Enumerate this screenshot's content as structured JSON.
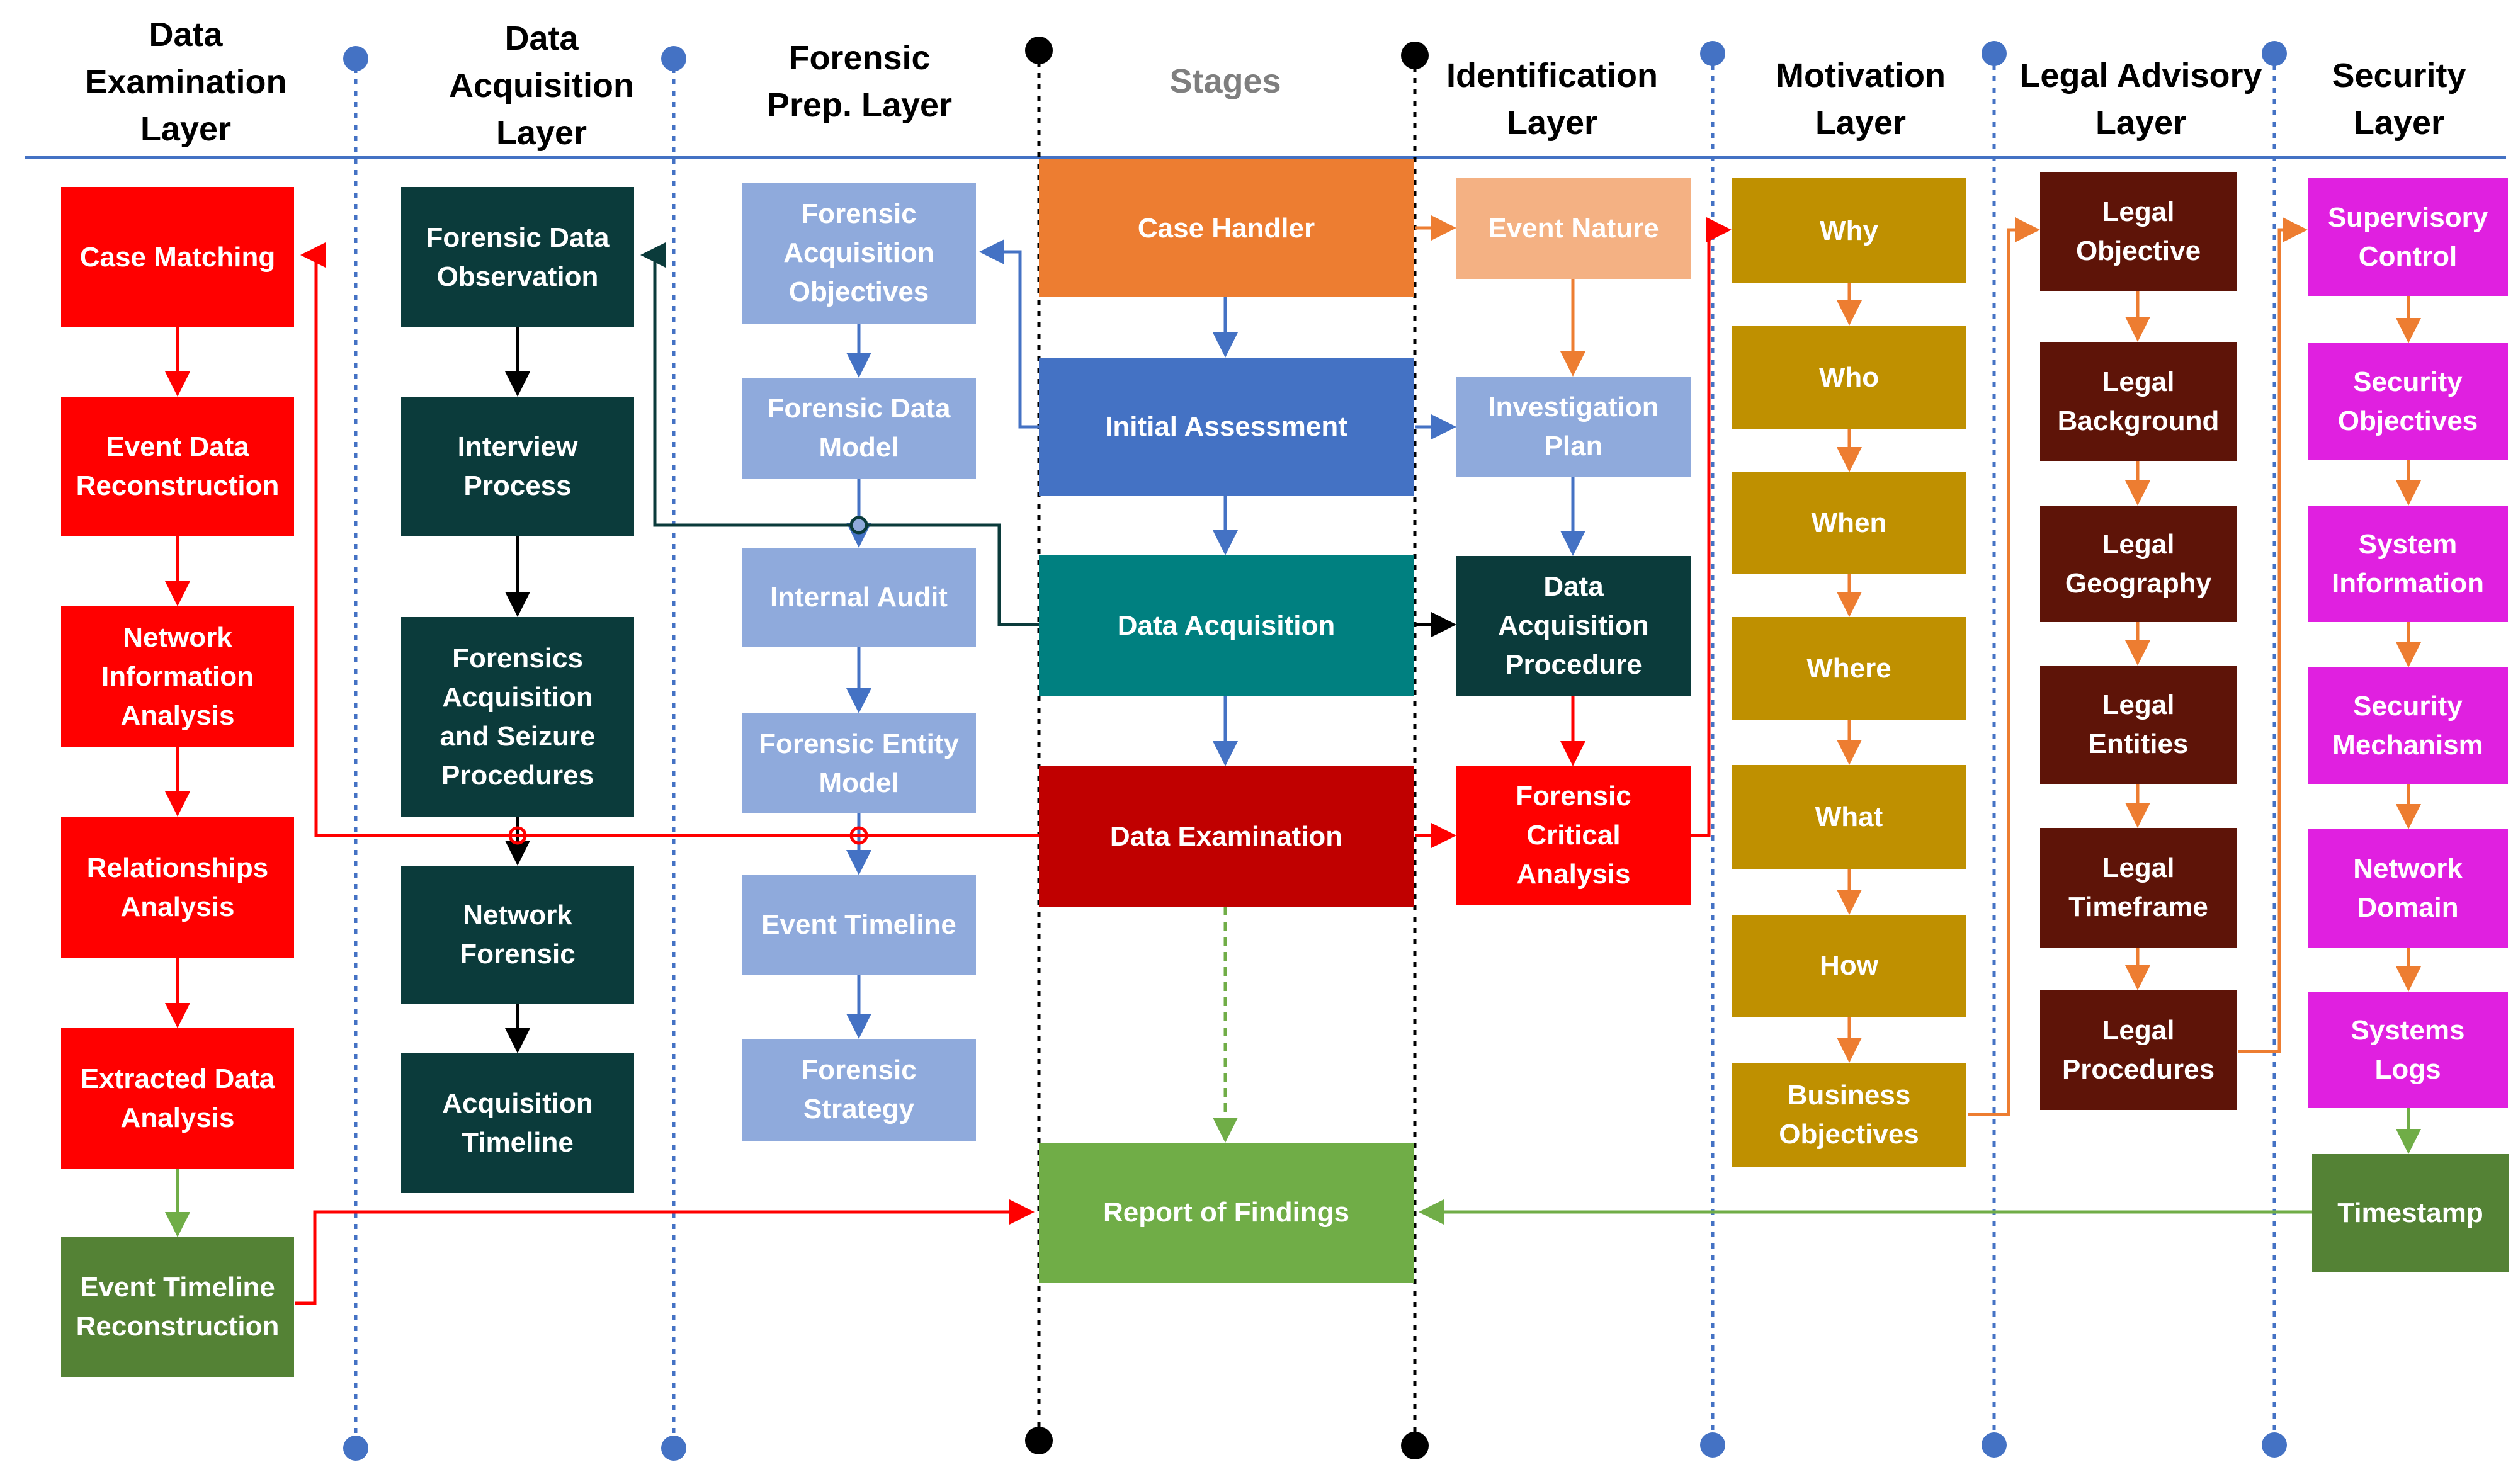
{
  "headers": {
    "data_examination": "Data\nExamination\nLayer",
    "data_acquisition": "Data\nAcquisition\nLayer",
    "forensic_prep": "Forensic\nPrep. Layer",
    "stages": "Stages",
    "identification": "Identification\nLayer",
    "motivation": "Motivation\nLayer",
    "legal_advisory": "Legal Advisory\nLayer",
    "security": "Security\nLayer"
  },
  "data_examination_layer": {
    "case_matching": "Case Matching",
    "event_data_reconstruction": "Event Data\nReconstruction",
    "network_information_analysis": "Network\nInformation\nAnalysis",
    "relationships_analysis": "Relationships\nAnalysis",
    "extracted_data_analysis": "Extracted Data\nAnalysis",
    "event_timeline_reconstruction": "Event Timeline\nReconstruction"
  },
  "data_acquisition_layer": {
    "forensic_data_observation": "Forensic Data\nObservation",
    "interview_process": "Interview\nProcess",
    "forensics_acquisition_seizure": "Forensics\nAcquisition\nand Seizure\nProcedures",
    "network_forensic": "Network\nForensic",
    "acquisition_timeline": "Acquisition\nTimeline"
  },
  "forensic_prep_layer": {
    "acquisition_objectives": "Forensic\nAcquisition\nObjectives",
    "forensic_data_model": "Forensic Data\nModel",
    "internal_audit": "Internal Audit",
    "forensic_entity_model": "Forensic Entity\nModel",
    "event_timeline": "Event Timeline",
    "forensic_strategy": "Forensic\nStrategy"
  },
  "stages": {
    "case_handler": "Case Handler",
    "initial_assessment": "Initial Assessment",
    "data_acquisition": "Data Acquisition",
    "data_examination": "Data Examination",
    "report_of_findings": "Report of Findings"
  },
  "identification_layer": {
    "event_nature": "Event Nature",
    "investigation_plan": "Investigation\nPlan",
    "data_acquisition_procedure": "Data\nAcquisition\nProcedure",
    "forensic_critical_analysis": "Forensic\nCritical\nAnalysis"
  },
  "motivation_layer": {
    "why": "Why",
    "who": "Who",
    "when": "When",
    "where": "Where",
    "what": "What",
    "how": "How",
    "business_objectives": "Business\nObjectives"
  },
  "legal_advisory_layer": {
    "legal_objective": "Legal\nObjective",
    "legal_background": "Legal\nBackground",
    "legal_geography": "Legal\nGeography",
    "legal_entities": "Legal\nEntities",
    "legal_timeframe": "Legal\nTimeframe",
    "legal_procedures": "Legal\nProcedures"
  },
  "security_layer": {
    "supervisory_control": "Supervisory\nControl",
    "security_objectives": "Security\nObjectives",
    "system_information": "System\nInformation",
    "security_mechanism": "Security\nMechanism",
    "network_domain": "Network\nDomain",
    "systems_logs": "Systems\nLogs",
    "timestamp": "Timestamp"
  },
  "colors": {
    "examination_red": "#ff0000",
    "examination_green": "#548235",
    "acquisition_dark": "#0b3b3b",
    "prep_lightblue": "#8faadc",
    "stage_orange": "#ed7d31",
    "stage_blue": "#4472c4",
    "stage_teal": "#008080",
    "stage_darkred": "#c00000",
    "stage_green": "#70ad47",
    "ident_peach": "#f4b183",
    "ident_blue": "#8faadc",
    "motivation_gold": "#bf9000",
    "legal_maroon": "#5e1408",
    "security_magenta": "#e020e0",
    "divider_blue": "#4472c4",
    "divider_black": "#000000"
  }
}
